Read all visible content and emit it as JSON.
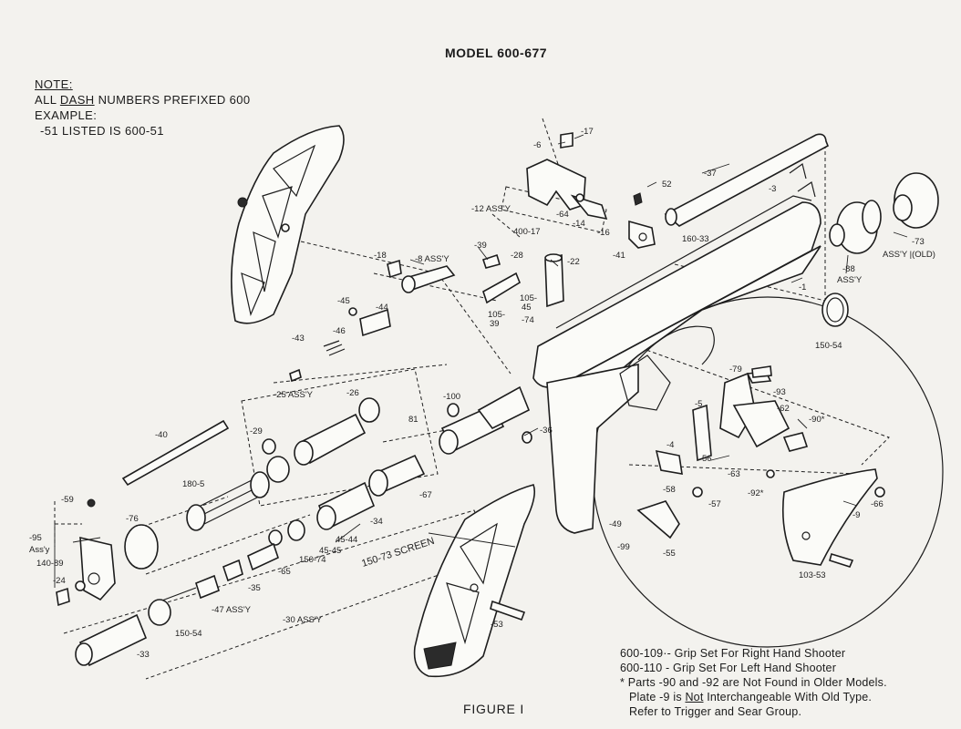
{
  "title": "MODEL 600-677",
  "note": {
    "heading": "NOTE:",
    "line1_pre": "ALL ",
    "line1_u": "DASH",
    "line1_post": " NUMBERS PREFIXED 600",
    "line2": "EXAMPLE:",
    "line3": "-51 LISTED IS 600-51"
  },
  "figure_caption": "FIGURE I",
  "footer": {
    "line1": "600-109·- Grip Set For Right Hand Shooter",
    "line2": "600-110 - Grip Set For Left Hand Shooter",
    "line3": "* Parts -90 and -92 are Not Found in Older Models.",
    "line4_pre": "Plate -9 is ",
    "line4_u": "Not",
    "line4_post": " Interchangeable With Old Type.",
    "line5": "Refer to Trigger and Sear Group."
  },
  "callouts": {
    "c6": "-6",
    "c17": "-17",
    "c37": "-37",
    "c52": "52",
    "c3": "-3",
    "c12": "-12 ASS'Y",
    "c64": "-64",
    "c14": "-14",
    "c16": "-16",
    "c40017": "400-17",
    "c41": "-41",
    "c16033": "160-33",
    "c73": "-73",
    "c73b": "ASS'Y |(OLD)",
    "c88": "-88",
    "c88b": "ASS'Y",
    "c1": "-1",
    "c15054a": "150-54",
    "c18": "-18",
    "c8": "-8 ASS'Y",
    "c39": "-39",
    "c28": "-28",
    "c22": "-22",
    "c105": "105-",
    "c45": "45",
    "c10539": "105-",
    "c39b": "39",
    "c74": "-74",
    "c45b": "-45",
    "c46": "-46",
    "c44": "-44",
    "c43": "-43",
    "c25": "-25 ASS'Y",
    "c26": "-26",
    "c100": "-100",
    "c81": "81",
    "c36": "-36",
    "c79": "-79",
    "c93": "-93",
    "c5": "-5",
    "c62": "-62",
    "c90": "-90*",
    "c4": "-4",
    "c56": "56",
    "c63": "-63",
    "c92": "-92*",
    "c58": "-58",
    "c57": "-57",
    "c66": "-66",
    "c9": "-9",
    "c49": "-49",
    "c99": "-99",
    "c55": "-55",
    "c10353": "103-53",
    "c40": "-40",
    "c29": "-29",
    "c1805": "180-5",
    "c67": "-67",
    "c59": "-59",
    "c95": "-95",
    "c95b": "Ass'y",
    "c76": "-76",
    "c14089": "140-89",
    "c24": "-24",
    "c34": "-34",
    "c4544": "45-44",
    "c4545": "45-45",
    "c15074": "150-74",
    "c65": "-65",
    "c35": "-35",
    "c47": "-47 ASS'Y",
    "c30": "-30 ASS'Y",
    "c15054b": "150-54",
    "c33": "-33",
    "c53": "-53",
    "c15073": "150-73 SCREEN"
  }
}
